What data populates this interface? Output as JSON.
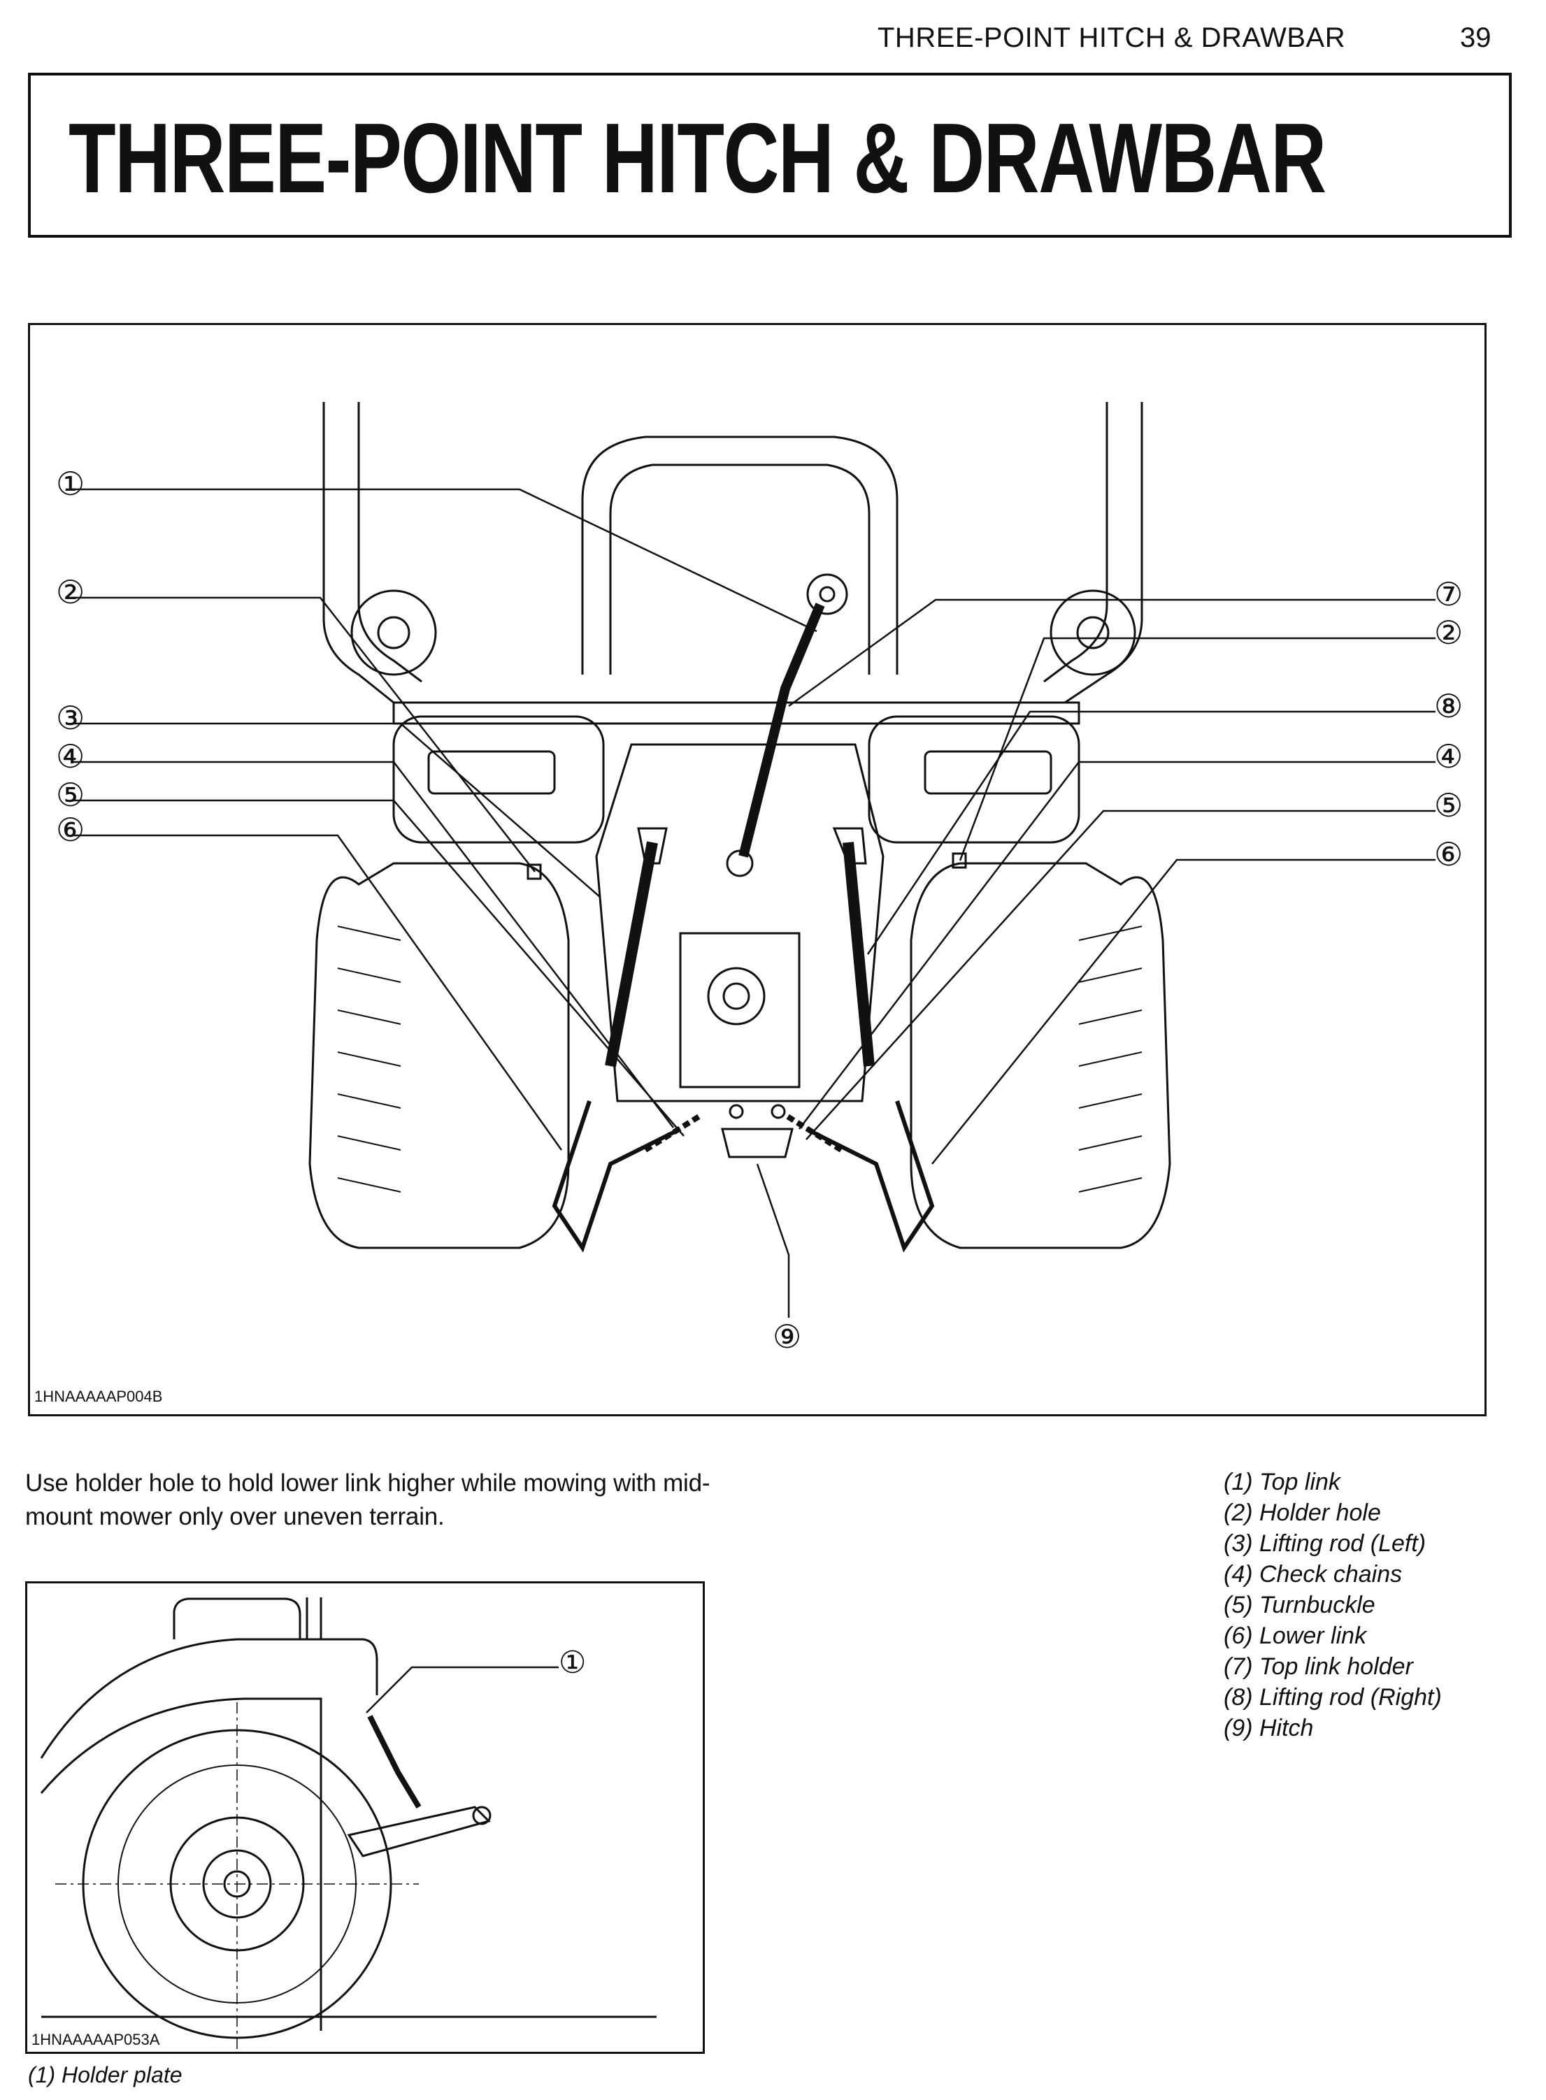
{
  "header": {
    "running_head": "THREE-POINT HITCH & DRAWBAR",
    "page_number": "39"
  },
  "title": "THREE-POINT HITCH & DRAWBAR",
  "figure_1": {
    "code": "1HNAAAAAP004B",
    "callouts": [
      "①",
      "②",
      "③",
      "④",
      "⑤",
      "⑥",
      "⑦",
      "②",
      "⑧",
      "④",
      "⑤",
      "⑥",
      "⑨"
    ]
  },
  "instruction": "Use holder hole to hold lower link higher while mowing with mid-mount mower only over uneven terrain.",
  "legend": [
    "(1) Top link",
    "(2) Holder hole",
    "(3) Lifting rod (Left)",
    "(4) Check chains",
    "(5) Turnbuckle",
    "(6) Lower link",
    "(7) Top link holder",
    "(8) Lifting rod (Right)",
    "(9) Hitch"
  ],
  "figure_2": {
    "code": "1HNAAAAAP053A",
    "callouts": [
      "①"
    ],
    "caption": "(1) Holder plate"
  }
}
